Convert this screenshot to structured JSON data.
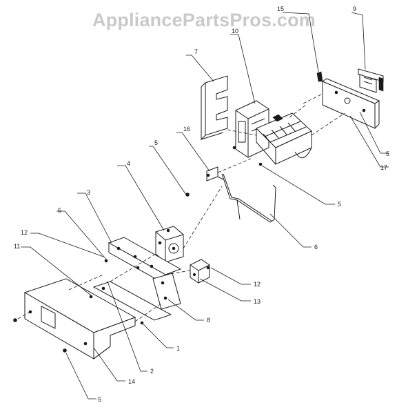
{
  "watermark": "AppliancePartsPros.com",
  "callouts": [
    {
      "id": "c15",
      "label": "15"
    },
    {
      "id": "c9",
      "label": "9"
    },
    {
      "id": "c10",
      "label": "10"
    },
    {
      "id": "c7",
      "label": "7"
    },
    {
      "id": "c16",
      "label": "16"
    },
    {
      "id": "c5a",
      "label": "5"
    },
    {
      "id": "c5b",
      "label": "5"
    },
    {
      "id": "c17",
      "label": "17"
    },
    {
      "id": "c4",
      "label": "4"
    },
    {
      "id": "c3",
      "label": "3"
    },
    {
      "id": "c5c",
      "label": "5"
    },
    {
      "id": "c5d",
      "label": "5"
    },
    {
      "id": "c12a",
      "label": "12"
    },
    {
      "id": "c11",
      "label": "11"
    },
    {
      "id": "c6",
      "label": "6"
    },
    {
      "id": "c12b",
      "label": "12"
    },
    {
      "id": "c13",
      "label": "13"
    },
    {
      "id": "c8",
      "label": "8"
    },
    {
      "id": "c1",
      "label": "1"
    },
    {
      "id": "c2",
      "label": "2"
    },
    {
      "id": "c14",
      "label": "14"
    },
    {
      "id": "c5e",
      "label": "5"
    }
  ]
}
